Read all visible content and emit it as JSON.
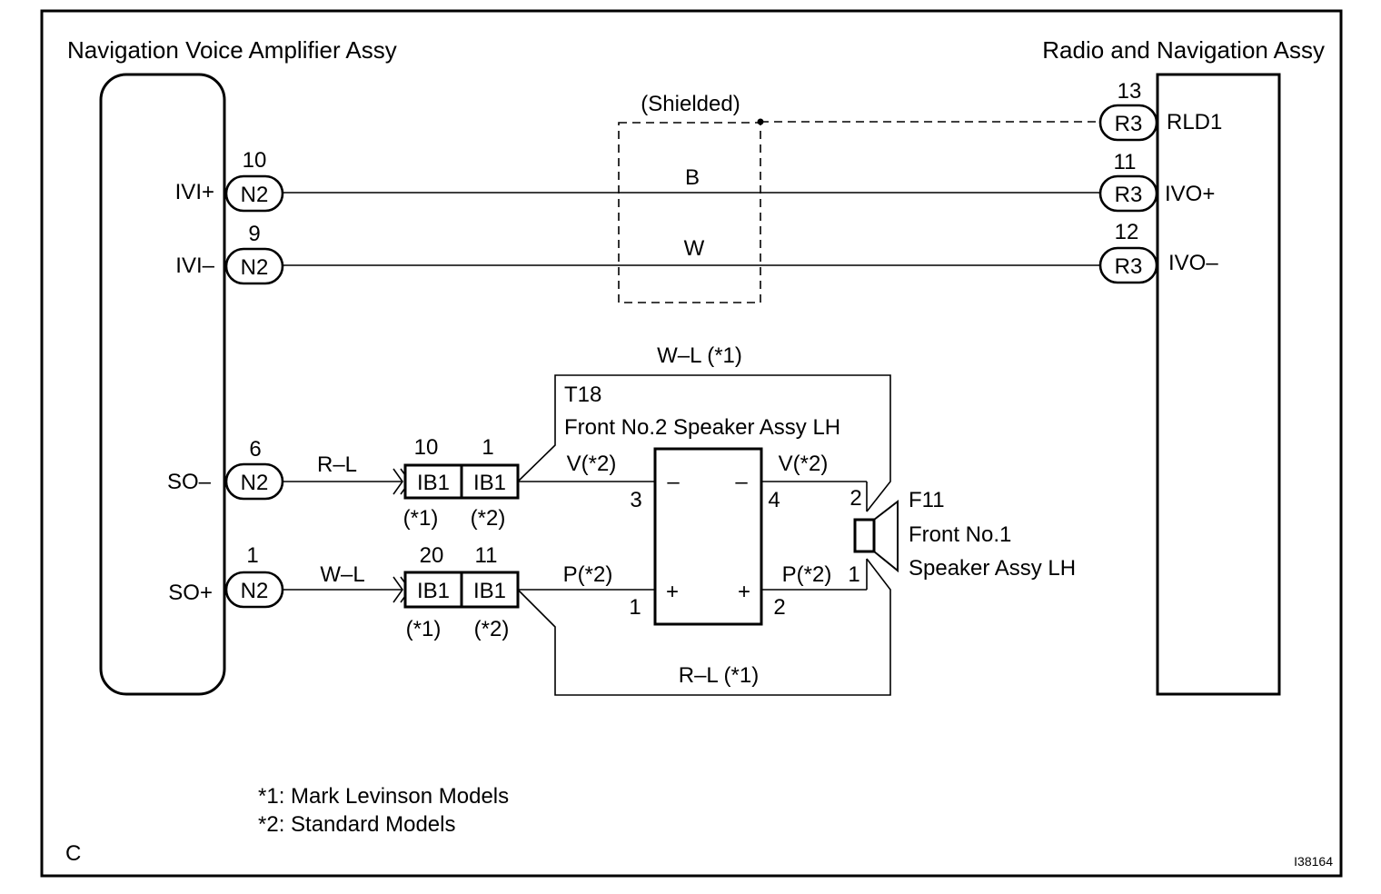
{
  "left_component": {
    "name": "Navigation Voice Amplifier Assy"
  },
  "right_component": {
    "name": "Radio and Navigation Assy"
  },
  "shield": {
    "label": "(Shielded)"
  },
  "left_pins": [
    {
      "signal": "IVI+",
      "connector": "N2",
      "pin": "10"
    },
    {
      "signal": "IVI–",
      "connector": "N2",
      "pin": "9"
    },
    {
      "signal": "SO–",
      "connector": "N2",
      "pin": "6"
    },
    {
      "signal": "SO+",
      "connector": "N2",
      "pin": "1"
    }
  ],
  "right_pins": [
    {
      "signal": "RLD1",
      "connector": "R3",
      "pin": "13"
    },
    {
      "signal": "IVO+",
      "connector": "R3",
      "pin": "11"
    },
    {
      "signal": "IVO–",
      "connector": "R3",
      "pin": "12"
    }
  ],
  "wire_colors": {
    "ivi_plus": "B",
    "ivi_minus": "W",
    "so_minus": "R–L",
    "so_plus": "W–L",
    "top_bypass": "W–L (*1)",
    "bottom_bypass": "R–L (*1)",
    "v_left": "V(*2)",
    "v_right": "V(*2)",
    "p_left": "P(*2)",
    "p_right": "P(*2)"
  },
  "junctions": [
    {
      "connector": "IB1",
      "pin": "10",
      "note": "(*1)"
    },
    {
      "connector": "IB1",
      "pin": "1",
      "note": "(*2)"
    },
    {
      "connector": "IB1",
      "pin": "20",
      "note": "(*1)"
    },
    {
      "connector": "IB1",
      "pin": "11",
      "note": "(*2)"
    }
  ],
  "t18": {
    "code": "T18",
    "name": "Front No.2 Speaker Assy LH",
    "minus_symbol": "–",
    "plus_symbol": "+",
    "pin_top_left": "3",
    "pin_top_right": "4",
    "pin_bottom_left": "1",
    "pin_bottom_right": "2"
  },
  "f11": {
    "code": "F11",
    "name_line1": "Front No.1",
    "name_line2": "Speaker Assy LH",
    "pin_top": "2",
    "pin_bottom": "1"
  },
  "notes": {
    "note1": "*1: Mark Levinson Models",
    "note2": "*2: Standard Models"
  },
  "corner_letter": "C",
  "figure_id": "I38164"
}
